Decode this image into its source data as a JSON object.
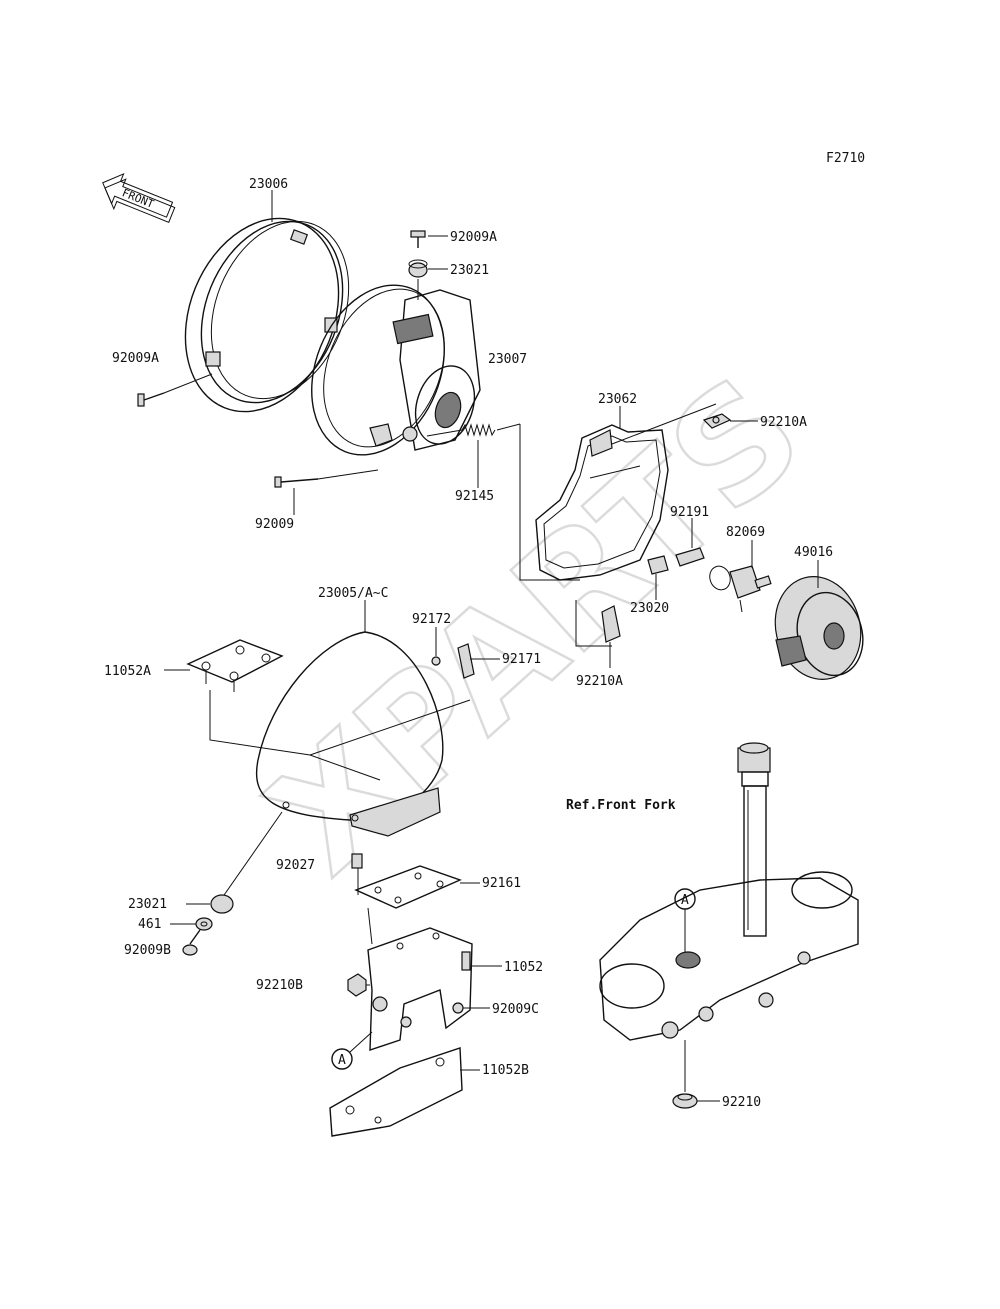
{
  "figure_code": "F2710",
  "front_label": "FRONT",
  "watermark": "XPARTS",
  "reference_text": "Ref.Front Fork",
  "circle_marker": "A",
  "parts": {
    "p23006": "23006",
    "p92009A_top": "92009A",
    "p23021_top": "23021",
    "p92009A_left": "92009A",
    "p23007": "23007",
    "p23062": "23062",
    "p92210A_top": "92210A",
    "p92009": "92009",
    "p92145": "92145",
    "p92191": "92191",
    "p82069": "82069",
    "p49016": "49016",
    "p23020": "23020",
    "p23005": "23005/A~C",
    "p92172": "92172",
    "p92171": "92171",
    "p11052A": "11052A",
    "p92210A_bottom": "92210A",
    "p92027": "92027",
    "p92161": "92161",
    "p23021_bottom": "23021",
    "p461": "461",
    "p92009B": "92009B",
    "p11052": "11052",
    "p92210B": "92210B",
    "p92009C": "92009C",
    "p11052B": "11052B",
    "p92210": "92210"
  }
}
